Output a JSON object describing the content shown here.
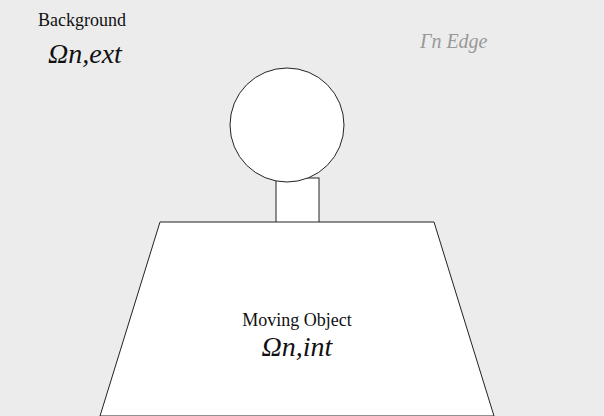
{
  "diagram": {
    "nodes": [
      {
        "text": [
          "Background",
          "Ωn,ext"
        ]
      },
      {
        "text": [
          "Moving Object",
          "Ωn,int"
        ],
        "in": 0
      }
    ],
    "labels": [
      "Γn Edge"
    ]
  }
}
